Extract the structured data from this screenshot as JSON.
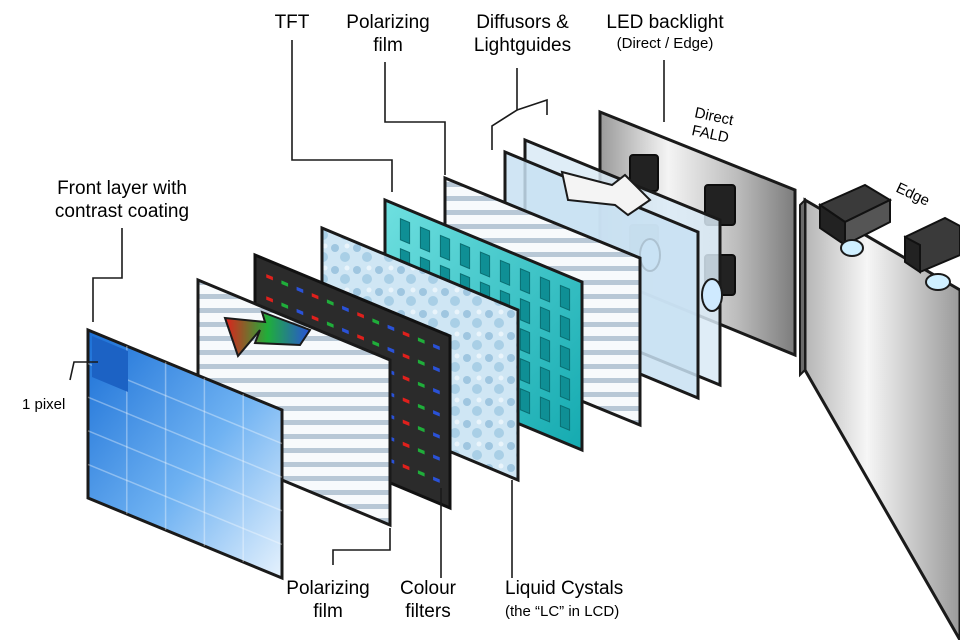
{
  "labels": {
    "tft": "TFT",
    "polarizing_film_top": [
      "Polarizing",
      "film"
    ],
    "diffusors": [
      "Diffusors &",
      "Lightguides"
    ],
    "led_backlight": "LED backlight",
    "led_sub": "(Direct / Edge)",
    "direct": "Direct",
    "fald": "FALD",
    "edge": "Edge",
    "front_layer": [
      "Front layer with",
      "contrast coating"
    ],
    "one_pixel": "1 pixel",
    "polarizing_film_bottom": [
      "Polarizing",
      "film"
    ],
    "colour_filters": [
      "Colour",
      "filters"
    ],
    "liquid_crystals": "Liquid Cystals",
    "liquid_crystals_sub": "(the “LC” in LCD)"
  },
  "colors": {
    "outline": "#1a1a1a",
    "front_blue": "#3d8fe8",
    "teal": "#1fb8b8",
    "red": "#e0201c",
    "green": "#1fae3a",
    "blue": "#2a52d8",
    "glass": "#bcd7ef",
    "steel": "#c9c9c9"
  },
  "icons": {
    "light_arrow_rgb": "rgb-arrow-icon",
    "light_arrow_white": "white-arrow-icon"
  }
}
